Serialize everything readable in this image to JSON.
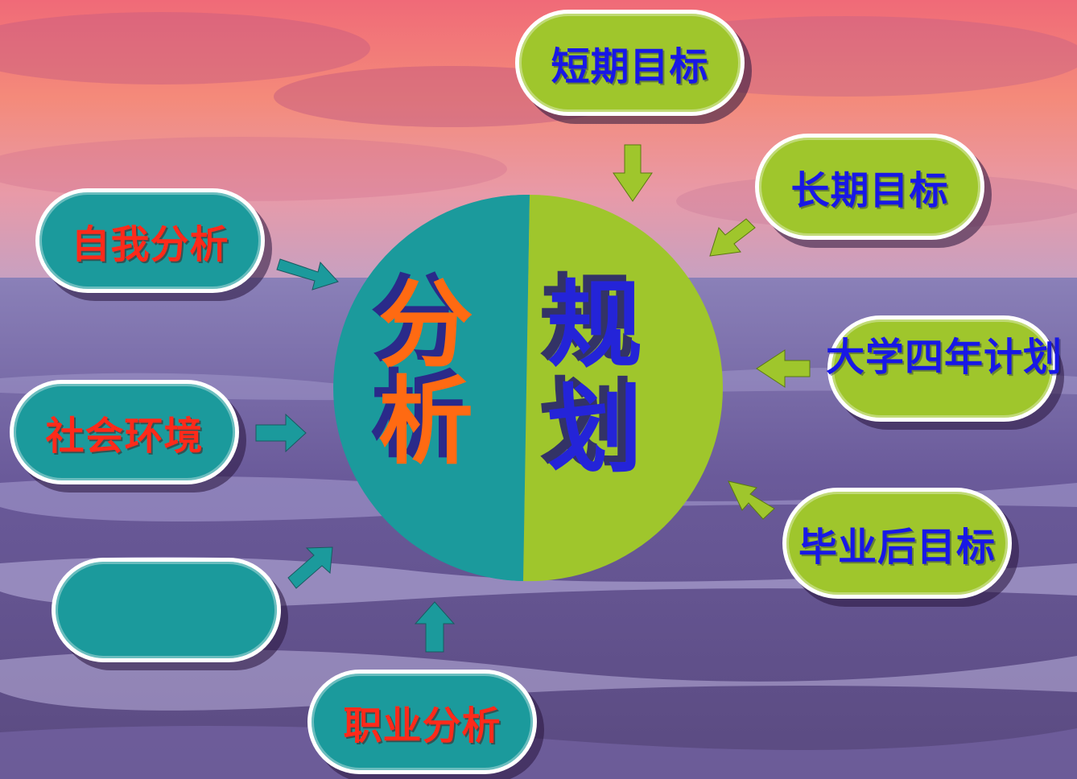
{
  "center": {
    "left_chars": [
      "分",
      "析"
    ],
    "right_chars": [
      "规",
      "划"
    ],
    "left_color": "#1b9a9c",
    "right_color": "#9fc62c"
  },
  "analysis_nodes": [
    {
      "label": "自我分析"
    },
    {
      "label": "社会环境"
    },
    {
      "label": ""
    },
    {
      "label": "职业分析"
    }
  ],
  "planning_nodes": [
    {
      "label": "短期目标"
    },
    {
      "label": "长期目标"
    },
    {
      "label": "大学四年计划"
    },
    {
      "label": "毕业后目标"
    }
  ],
  "colors": {
    "analysis_text": "#ff2a1a",
    "planning_text": "#1818e6",
    "arrow_teal": "#1b9a9c",
    "arrow_green": "#9fc62c"
  }
}
